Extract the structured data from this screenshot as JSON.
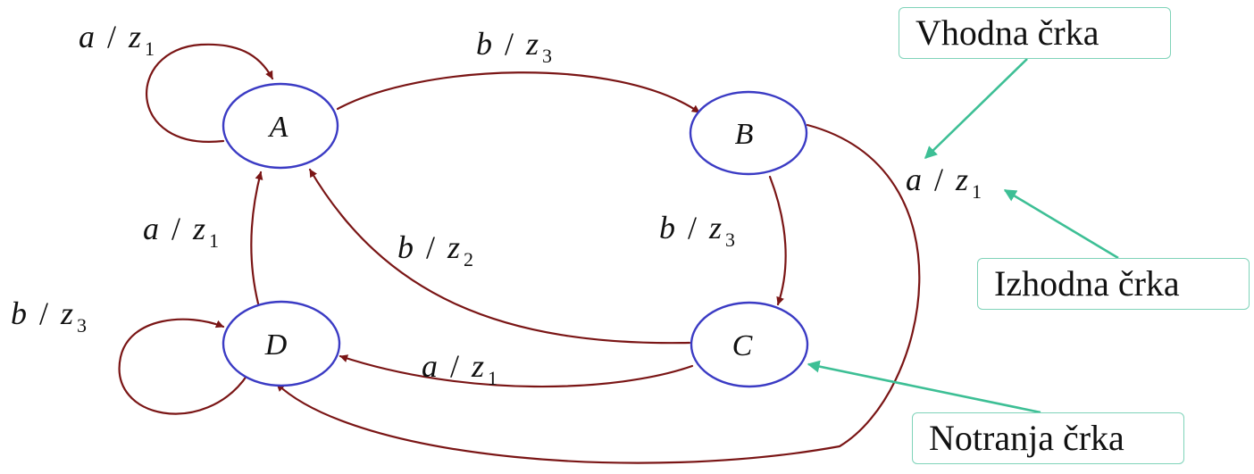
{
  "colors": {
    "state_stroke": "#3b3bc4",
    "edge_stroke": "#7a1515",
    "callout_stroke": "#3dbf95",
    "callout_border": "#7fd3b9"
  },
  "states": {
    "A": "A",
    "B": "B",
    "C": "C",
    "D": "D"
  },
  "transitions": {
    "a_loop": {
      "input": "a",
      "output": "z",
      "index": "1"
    },
    "a_to_b": {
      "input": "b",
      "output": "z",
      "index": "3"
    },
    "b_to_c": {
      "input": "b",
      "output": "z",
      "index": "3"
    },
    "c_to_a": {
      "input": "b",
      "output": "z",
      "index": "2"
    },
    "d_to_a": {
      "input": "a",
      "output": "z",
      "index": "1"
    },
    "c_to_d": {
      "input": "a",
      "output": "z",
      "index": "1"
    },
    "d_loop": {
      "input": "b",
      "output": "z",
      "index": "3"
    }
  },
  "legend": {
    "example": {
      "input": "a",
      "output": "z",
      "index": "1"
    },
    "input_letter": "Vhodna črka",
    "output_letter": "Izhodna črka",
    "internal_letter": "Notranja črka"
  }
}
